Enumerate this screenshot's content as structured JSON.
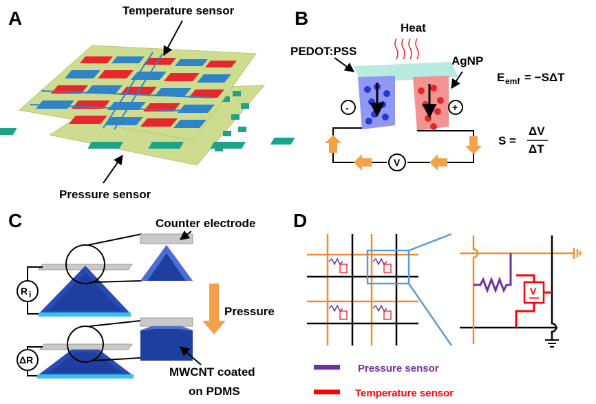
{
  "panels": {
    "a": {
      "letter": "A",
      "temperature_label": "Temperature sensor",
      "pressure_label": "Pressure sensor"
    },
    "b": {
      "letter": "B",
      "heat_label": "Heat",
      "pedot_label": "PEDOT:PSS",
      "agnp_label": "AgNP",
      "minus_sign": "-",
      "plus_sign": "+",
      "voltmeter": "V",
      "emf_E": "E",
      "emf_sub": "emf",
      "emf_rhs": "= −SΔT",
      "s_lhs": "S =",
      "s_num": "ΔV",
      "s_den": "ΔT"
    },
    "c": {
      "letter": "C",
      "counter_label": "Counter electrode",
      "pressure_label": "Pressure",
      "mwcnt_label_1": "MWCNT coated",
      "mwcnt_label_2": "on PDMS",
      "ri_R": "R",
      "ri_sub": "i",
      "dr_label": "ΔR"
    },
    "d": {
      "letter": "D",
      "voltmeter": "V",
      "legend_pressure": "Pressure sensor",
      "legend_temperature": "Temperature sensor"
    }
  },
  "colors": {
    "pcb_green": "#cddc8e",
    "red_pad": "#e8262d",
    "blue_pad": "#2f84c8",
    "teal_pad": "#1aa58a",
    "pedot_blue": "#8f98f2",
    "agnp_red": "#f59292",
    "heat_bar": "#b9eae0",
    "arrow_orange": "#f5a14a",
    "pyramid_blue": "#1e3fa0",
    "substrate_cyan": "#37c1ef",
    "grid_orange": "#f28c28",
    "inset_blue": "#5b9bd5",
    "pressure_purple": "#7030a0",
    "temperature_red": "#ff0000"
  }
}
